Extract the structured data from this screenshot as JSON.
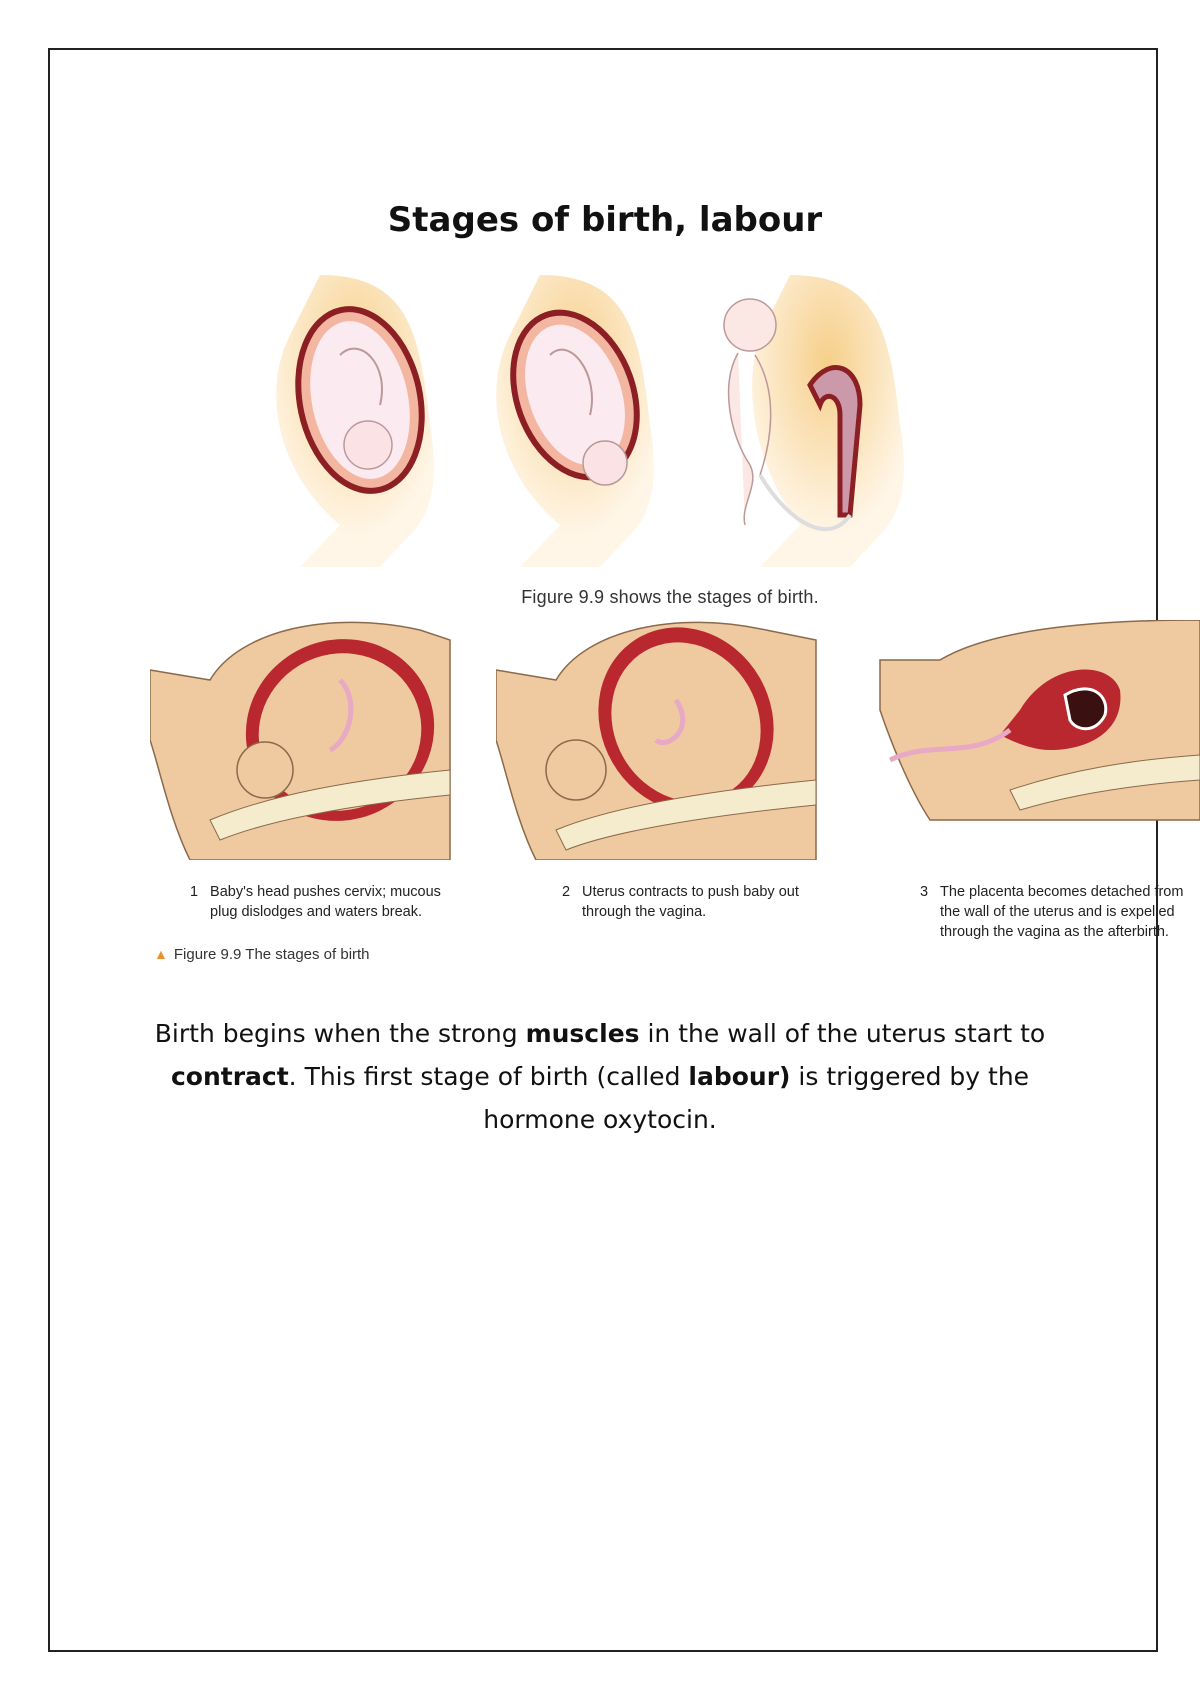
{
  "title": "Stages of birth, labour",
  "top_figure_caption": "Figure 9.9 shows the stages of birth.",
  "stages": [
    {
      "number": "1",
      "caption": "Baby's head pushes cervix; mucous plug dislodges and waters break."
    },
    {
      "number": "2",
      "caption": "Uterus contracts to push baby out through the vagina."
    },
    {
      "number": "3",
      "caption": "The placenta becomes detached from the wall of the uterus and is expelled through the vagina as the afterbirth."
    }
  ],
  "figure_label": "Figure 9.9 The stages of birth",
  "paragraph": {
    "p1": "Birth begins when the strong ",
    "b1": "muscles",
    "p2": " in the wall of the uterus start to ",
    "b2": "contract",
    "p3": ". This first stage of birth (called ",
    "b3": "labour)",
    "p4": " is triggered by the hormone oxytocin."
  },
  "colors": {
    "skin": "#efc9a0",
    "uterus": "#b8282e",
    "glow": "#f8d9a0",
    "spine": "#f4eccc",
    "accent": "#e8912d"
  }
}
